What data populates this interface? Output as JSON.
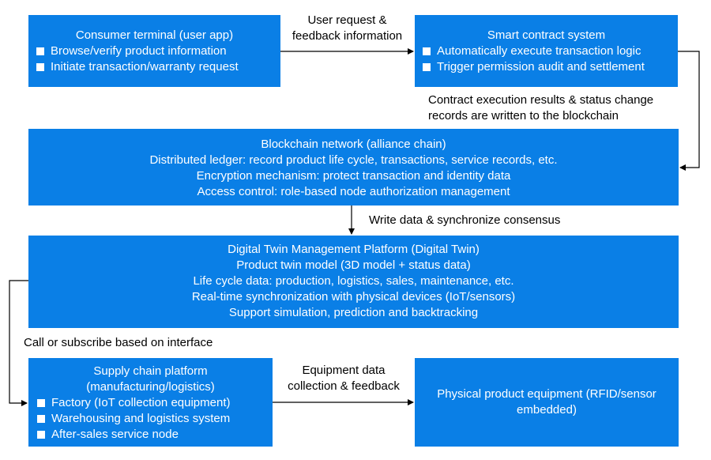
{
  "consumer": {
    "title": "Consumer terminal (user app)",
    "items": [
      "Browse/verify product information",
      "Initiate transaction/warranty request"
    ]
  },
  "smart_contract": {
    "title": "Smart contract system",
    "items": [
      "Automatically execute transaction logic",
      "Trigger permission audit and settlement"
    ]
  },
  "blockchain": {
    "title": "Blockchain network (alliance chain)",
    "lines": [
      "Distributed ledger: record product life cycle, transactions, service records, etc.",
      "Encryption mechanism: protect transaction and identity data",
      "Access control: role-based node authorization management"
    ]
  },
  "twin": {
    "title": "Digital Twin Management Platform (Digital Twin)",
    "lines": [
      "Product twin model (3D model + status data)",
      "Life cycle data: production, logistics, sales, maintenance, etc.",
      "Real-time synchronization with physical devices (IoT/sensors)",
      "Support simulation, prediction and backtracking"
    ]
  },
  "supply_chain": {
    "title_lines": [
      "Supply chain platform",
      "(manufacturing/logistics)"
    ],
    "items": [
      "Factory (IoT collection equipment)",
      "Warehousing and logistics system",
      "After-sales service node"
    ]
  },
  "physical": {
    "title_lines": [
      "Physical product equipment (RFID/sensor",
      "embedded)"
    ]
  },
  "edge_labels": {
    "user_request": [
      "User request &",
      "feedback information"
    ],
    "contract_results": [
      "Contract execution results & status change",
      "records are written to the blockchain"
    ],
    "write_data": "Write data & synchronize consensus",
    "call_subscribe": "Call or subscribe based on interface",
    "equipment": [
      "Equipment data",
      "collection & feedback"
    ]
  },
  "colors": {
    "box": "#0a7fe6",
    "text_on_box": "#ffffff",
    "arrow": "#000000"
  }
}
